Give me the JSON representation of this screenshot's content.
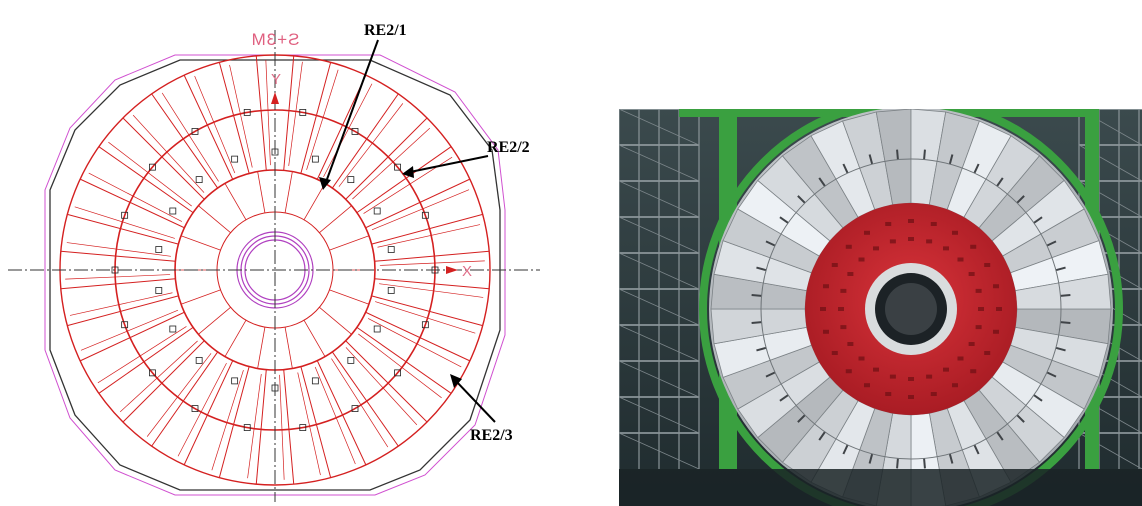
{
  "diagram": {
    "stamp": "S+3M",
    "axis_y": "Y",
    "axis_x": "X",
    "labels": {
      "re21": "RE2/1",
      "re22": "RE2/2",
      "re23": "RE2/3"
    },
    "colors": {
      "chamber_lines": "#d42020",
      "outline": "#2a2a2a",
      "beam_pipe": "#b040c0",
      "axis": "#333333"
    }
  },
  "photo": {
    "colors": {
      "inner_disk": "#c0232b",
      "chamber_panels": "#c8ccd0",
      "frame": "#3aa040",
      "scaffold": "#8d9aa0",
      "background": "#2a3a3e"
    }
  }
}
